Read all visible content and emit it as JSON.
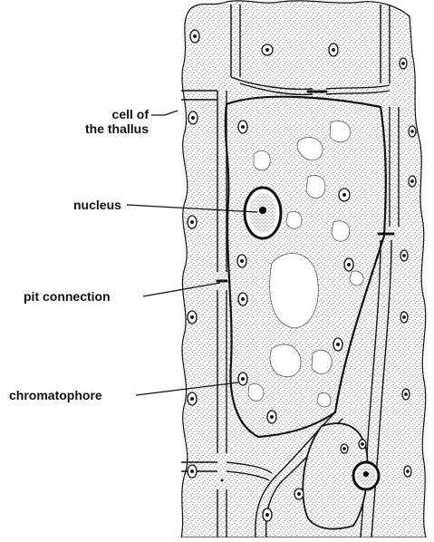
{
  "labels": {
    "cell_of_the_thallus_line1": "cell of",
    "cell_of_the_thallus_line2": "the thallus",
    "nucleus": "nucleus",
    "pit_connection": "pit connection",
    "chromatophore": "chromatophore"
  }
}
